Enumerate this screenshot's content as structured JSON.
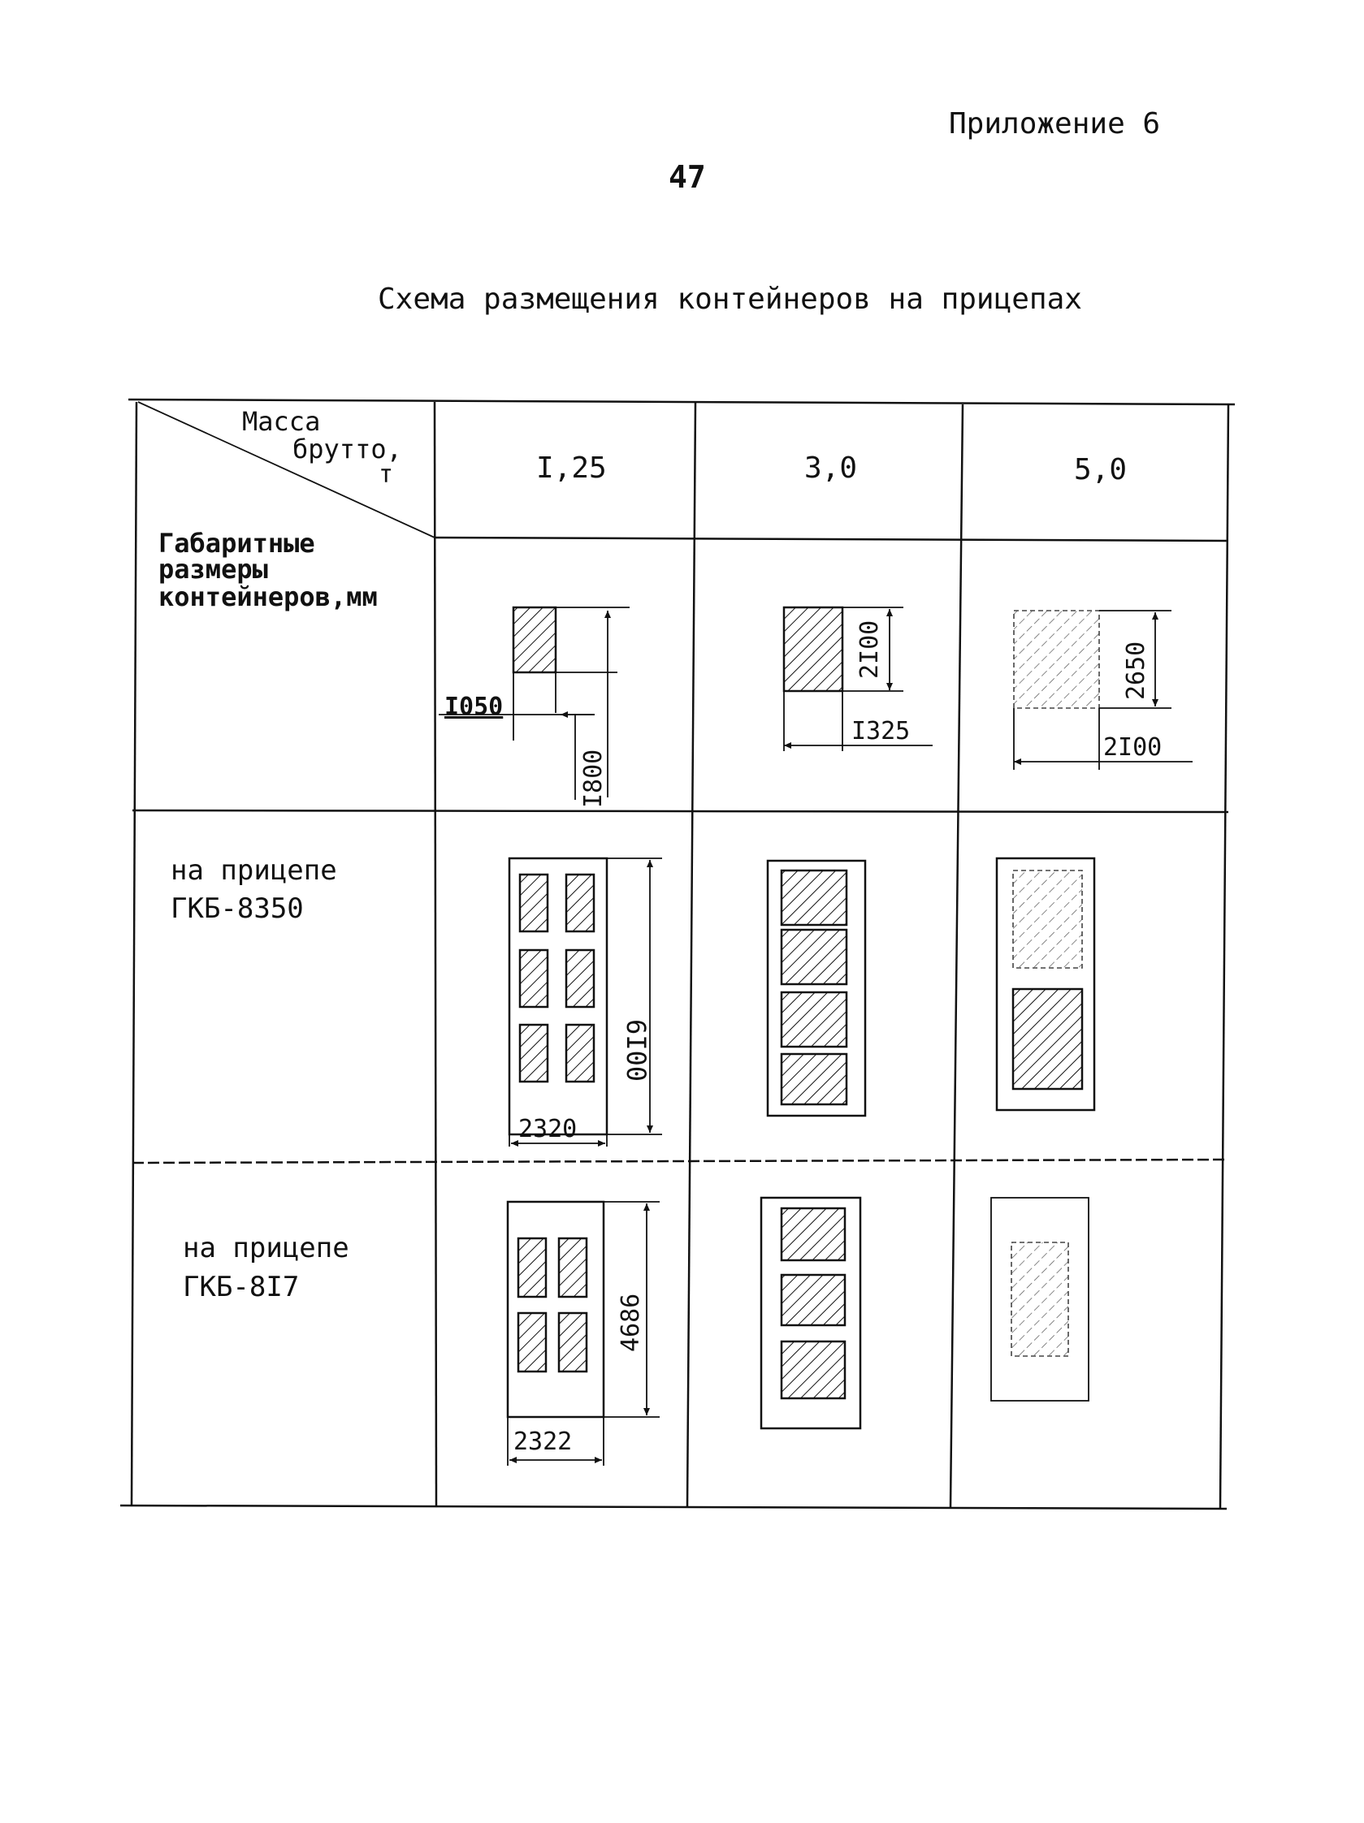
{
  "header": {
    "appendix": "Приложение 6",
    "page_number": "47"
  },
  "title": "Схема размещения контейнеров на прицепах",
  "table": {
    "corner_top_lines": [
      "Масса",
      "брутто,",
      "т"
    ],
    "corner_bottom_lines": [
      "Габаритные",
      "размеры",
      "контейнеров,мм"
    ],
    "columns": [
      "I,25",
      "3,0",
      "5,0"
    ],
    "rows": [
      {
        "label_lines": [
          "на прицепе",
          "ГКБ-8350"
        ]
      },
      {
        "label_lines": [
          "на прицепе",
          "ГКБ-8I7"
        ]
      }
    ],
    "dimensions": {
      "c1_width": "I050",
      "c1_height": "I800",
      "c2_height": "2I00",
      "c2_width": "I325",
      "c3_height": "2650",
      "c3_width": "2I00",
      "gkb8350_length": "6I00",
      "gkb8350_width": "2320",
      "gkb817_length": "4686",
      "gkb817_width": "2322"
    }
  }
}
